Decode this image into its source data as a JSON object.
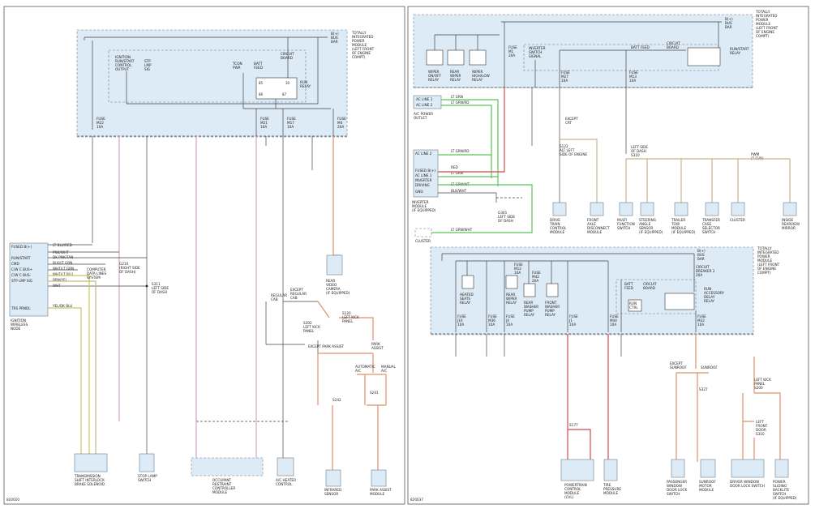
{
  "left": {
    "module": {
      "title": [
        "TOTALLY",
        "INTEGRATED",
        "POWER",
        "MODULE",
        "(LEFT FRONT",
        "OF ENGINE",
        "COMPT)"
      ],
      "bus_bar": [
        "B(+)",
        "BUS",
        "BAR"
      ],
      "circuit_board": [
        "CIRCUIT",
        "BOARD"
      ],
      "ignition_output": [
        "IGNITION",
        "RUN/START",
        "CONTROL",
        "OUTPUT"
      ],
      "stp_lmp_sig": [
        "STP",
        "LMP",
        "SIG"
      ],
      "tcon_pwr": [
        "TCON",
        "PWR"
      ],
      "batt_feed": [
        "BATT",
        "FEED"
      ],
      "run_relay": [
        "RUN",
        "RELAY"
      ],
      "fuse_m22": [
        "FUSE",
        "M22",
        "10A"
      ],
      "fuse_m21": [
        "FUSE",
        "M21",
        "10A"
      ],
      "fuse_m17": [
        "FUSE",
        "M17",
        "10A"
      ],
      "fuse_m4": [
        "FUSE",
        "M4",
        "20A"
      ]
    },
    "ignition_node": {
      "pins": [
        "FUSED B(+)",
        "RUN/START",
        "CMD",
        "C/W C BUS+",
        "C/W C BUS-",
        "STP LMP SIG",
        "TRS PRNDL"
      ],
      "wires": [
        "LT BLU/RED",
        "PNK/WHT",
        "DK PNK/TAN",
        "BLK/LT GRN",
        "WHT/LT GRN",
        "WHT/LT BLU",
        "BRN/YEL",
        "WHT",
        "YEL/DK BLU"
      ],
      "label": [
        "IGNITION",
        "WIRELESS",
        "NODE"
      ]
    },
    "computer_data_lines": [
      "COMPUTER",
      "DATA LINES",
      "SYSTEM"
    ],
    "g210_label": [
      "G210",
      "(RIGHT SIDE",
      "OF DASH)"
    ],
    "s311": [
      "S311",
      "LEFT SIDE",
      "OF DASH"
    ],
    "splices": {
      "s302": [
        "S302",
        "LEFT KICK",
        "PANEL"
      ],
      "s120": [
        "S120",
        "LEFT KICK",
        "PANEL"
      ]
    },
    "labels": {
      "regular_cab": [
        "REGULAR",
        "CAB"
      ],
      "except_regular_cab": [
        "EXCEPT",
        "REGULAR",
        "CAB"
      ],
      "except_park_assist": "EXCEPT PARK ASSIST",
      "park_assist": [
        "PARK",
        "ASSIST"
      ],
      "automatic": [
        "AUTOMATIC",
        "A/C"
      ],
      "manual": [
        "MANUAL",
        "A/C"
      ],
      "s241": "S241",
      "s242": "S242"
    },
    "components": {
      "transmission": [
        "TRANSMISSION",
        "SHIFT INTERLOCK",
        "BRAKE SOLENOID"
      ],
      "stop_lamp": [
        "STOP LAMP",
        "SWITCH"
      ],
      "ocm": [
        "OCCUPANT",
        "RESTRAINT",
        "CONTROLLER",
        "MODULE"
      ],
      "ac_heater": [
        "A/C HEATER",
        "CONTROL"
      ],
      "rear_video": [
        "REAR",
        "VIDEO",
        "CAMERA",
        "(IF EQUIPPED)"
      ],
      "infrared": [
        "INFRARED",
        "SENSOR"
      ],
      "park_assist_module": [
        "PARK ASSIST",
        "MODULE"
      ]
    },
    "footer": "820020"
  },
  "right": {
    "module_top": {
      "title": [
        "TOTALLY",
        "INTEGRATED",
        "POWER",
        "MODULE",
        "(LEFT FRONT",
        "OF ENGINE",
        "COMPT)"
      ],
      "bus_bar": [
        "B(+)",
        "BUS",
        "BAR"
      ],
      "inverter_switch": [
        "INVERTER",
        "SWITCH",
        "SIGNAL"
      ],
      "batt_feed": "BATT FEED",
      "circuit_board": [
        "CIRCUIT",
        "BOARD"
      ],
      "run_start_relay": [
        "RUN/START",
        "RELAY"
      ],
      "fuse_m1": [
        "FUSE",
        "M1",
        "20A"
      ],
      "fuse_m27": [
        "FUSE",
        "M27",
        "10A"
      ],
      "fuse_m13": [
        "FUSE",
        "M13",
        "10A"
      ],
      "relays": [
        [
          "WIPER",
          "ON/OFF",
          "RELAY"
        ],
        [
          "REAR",
          "WIPER",
          "RELAY"
        ],
        [
          "WIPER",
          "HIGH/LOW",
          "RELAY"
        ]
      ]
    },
    "power_outlet": {
      "pins": [
        "AC LINE 1",
        "AC LINE 2"
      ],
      "wires": [
        "LT GRN",
        "LT GRN/RD"
      ],
      "label": [
        "A/C POWER",
        "OUTLET"
      ]
    },
    "inverter": {
      "pins": [
        "AC LINE 2",
        "FUSED B(+)",
        "AC LINE 1",
        "INVERTER",
        "DRIVING",
        "GND"
      ],
      "wires": [
        "LT GRN/RD",
        "RED",
        "LT GRN",
        "LT GRN/WT",
        "BLK/WHT"
      ],
      "label": [
        "INVERTER",
        "MODULE",
        "(IF EQUIPPED)"
      ]
    },
    "cluster_small": "CLUSTER",
    "cluster_wire": "LT GRN/WHT",
    "g301": [
      "G301",
      "LEFT SIDE",
      "OF DASH"
    ],
    "except_crt": [
      "EXCEPT",
      "CRT"
    ],
    "s122": [
      "S122",
      "ALT LEFT",
      "SIDE OF ENGINE"
    ],
    "pwm": [
      "PWM",
      "(T-CVR)"
    ],
    "left_side_dash": [
      "LEFT SIDE",
      "OF DASH",
      "S310"
    ],
    "top_components": [
      [
        "DRIVE",
        "TRAIN",
        "CONTROL",
        "MODULE"
      ],
      [
        "FRONT",
        "AXLE",
        "DISCONNECT",
        "MODULE"
      ],
      [
        "MULTI",
        "FUNCTION",
        "SWITCH"
      ],
      [
        "STEERING",
        "ANGLE",
        "SENSOR",
        "(IF EQUIPPED)"
      ],
      [
        "TRAILER",
        "TOW",
        "MODULE",
        "(IF EQUIPPED)"
      ],
      [
        "TRANSFER",
        "CASE",
        "SELECTOR",
        "SWITCH"
      ],
      [
        "CLUSTER"
      ],
      [
        "INSIDE",
        "REARVIEW",
        "MIRROR"
      ]
    ],
    "module_bottom": {
      "title": [
        "TOTALLY",
        "INTEGRATED",
        "POWER",
        "MODULE",
        "(LEFT FRONT",
        "OF ENGINE",
        "COMPT)"
      ],
      "bus_bar": [
        "B(+)",
        "BUS",
        "BAR"
      ],
      "circuit_breaker": [
        "CIRCUIT",
        "BREAKER 2",
        "20A"
      ],
      "circuit_board": [
        "CIRCUIT",
        "BOARD"
      ],
      "run_accessory": [
        "RUN",
        "ACCESSORY",
        "DELAY",
        "RELAY"
      ],
      "batt_feed": [
        "BATT",
        "FEED"
      ],
      "run_ctrl": [
        "RUN",
        "CTRL"
      ],
      "heated_seats": [
        "HEATED",
        "SEATS",
        "RELAY"
      ],
      "rear_wiper": [
        "REAR",
        "WIPER",
        "RELAY"
      ],
      "rear_washer": [
        "REAR",
        "WASHER",
        "PUMP",
        "RELAY"
      ],
      "front_washer": [
        "FRONT",
        "WASHER",
        "PUMP",
        "RELAY"
      ],
      "fuse_j10": [
        "FUSE",
        "J10",
        "10A"
      ],
      "fuse_m36": [
        "FUSE",
        "M36",
        "10A"
      ],
      "fuse_j4": [
        "FUSE",
        "J4",
        "10A"
      ],
      "fuse_j1": [
        "FUSE",
        "J1",
        "10A"
      ],
      "fuse_m44": [
        "FUSE",
        "M44",
        "10A"
      ],
      "fuse_m12": [
        "FUSE",
        "M12",
        "10A"
      ],
      "fuse_m42": [
        "FUSE",
        "M42",
        "20A"
      ],
      "fuse_m32": [
        "FUSE",
        "M32",
        "10A"
      ]
    },
    "bottom_labels": {
      "except_sunroof": [
        "EXCEPT",
        "SUNROOF"
      ],
      "sunroof": "SUNROOF",
      "left_kick": [
        "LEFT KICK",
        "PANEL",
        "S200"
      ],
      "s327": "S327",
      "left_front_door": [
        "LEFT",
        "FRONT",
        "DOOR",
        "S310"
      ],
      "s177": "S177"
    },
    "bottom_components": [
      [
        "POWERTRAIN",
        "CONTROL",
        "MODULE",
        "(CVL)"
      ],
      [
        "TIRE",
        "PRESSURE",
        "MODULE"
      ],
      [
        "PASSENGER",
        "WINDOW",
        "DOOR LOCK",
        "SWITCH"
      ],
      [
        "SUNROOF",
        "MOTOR",
        "MODULE"
      ],
      [
        "DRIVER WINDOW",
        "DOOR LOCK SWITCH"
      ],
      [
        "POWER",
        "SLIDING",
        "BACKLITE",
        "SWITCH",
        "(IF EQUIPPED)"
      ]
    ],
    "footer": "820037"
  }
}
